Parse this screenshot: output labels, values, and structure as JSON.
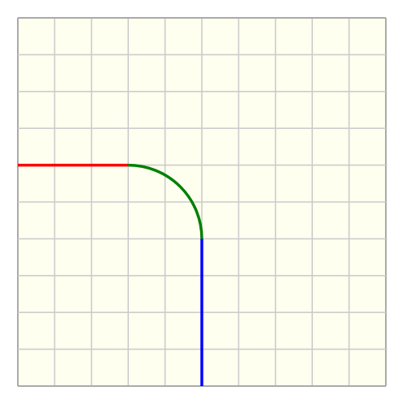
{
  "diagram": {
    "background_color": "#fffff0",
    "grid_line_color": "#cccccc",
    "border_color": "#aaaaaa",
    "grid": {
      "columns": 10,
      "rows": 10
    },
    "path_segments": [
      {
        "name": "straight-segment-red",
        "kind": "line",
        "color": "#ff0000",
        "from": [
          0,
          4
        ],
        "to": [
          3,
          4
        ]
      },
      {
        "name": "curve-segment-green",
        "kind": "arc",
        "color": "#008000",
        "from": [
          3,
          4
        ],
        "to": [
          5,
          6
        ],
        "radius": 2
      },
      {
        "name": "straight-segment-blue",
        "kind": "line",
        "color": "#0000ff",
        "from": [
          5,
          6
        ],
        "to": [
          5,
          10
        ]
      }
    ]
  }
}
